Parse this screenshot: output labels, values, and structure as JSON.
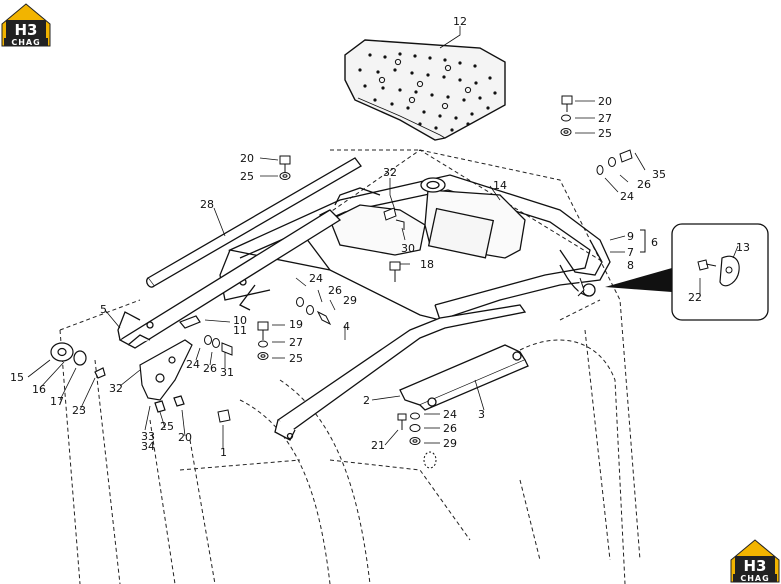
{
  "logo": {
    "mark": "H3",
    "sub": "CHAG",
    "brand_color": "#f2b400",
    "dark_color": "#222222"
  },
  "callouts": [
    {
      "id": "c12",
      "text": "12"
    },
    {
      "id": "c20a",
      "text": "20"
    },
    {
      "id": "c27a",
      "text": "27"
    },
    {
      "id": "c25a",
      "text": "25"
    },
    {
      "id": "c20b",
      "text": "20"
    },
    {
      "id": "c25b",
      "text": "25"
    },
    {
      "id": "c32a",
      "text": "32"
    },
    {
      "id": "c14",
      "text": "14"
    },
    {
      "id": "c35",
      "text": "35"
    },
    {
      "id": "c26a",
      "text": "26"
    },
    {
      "id": "c24a",
      "text": "24"
    },
    {
      "id": "c28",
      "text": "28"
    },
    {
      "id": "c30",
      "text": "30"
    },
    {
      "id": "c9",
      "text": "9"
    },
    {
      "id": "c7",
      "text": "7"
    },
    {
      "id": "c6",
      "text": "6"
    },
    {
      "id": "c8",
      "text": "8"
    },
    {
      "id": "c13",
      "text": "13"
    },
    {
      "id": "c18",
      "text": "18"
    },
    {
      "id": "c24b",
      "text": "24"
    },
    {
      "id": "c26b",
      "text": "26"
    },
    {
      "id": "c29a",
      "text": "29"
    },
    {
      "id": "c22",
      "text": "22"
    },
    {
      "id": "c5",
      "text": "5"
    },
    {
      "id": "c10",
      "text": "10"
    },
    {
      "id": "c11",
      "text": "11"
    },
    {
      "id": "c19",
      "text": "19"
    },
    {
      "id": "c4",
      "text": "4"
    },
    {
      "id": "c27b",
      "text": "27"
    },
    {
      "id": "c25c",
      "text": "25"
    },
    {
      "id": "c15",
      "text": "15"
    },
    {
      "id": "c16",
      "text": "16"
    },
    {
      "id": "c17",
      "text": "17"
    },
    {
      "id": "c23",
      "text": "23"
    },
    {
      "id": "c32b",
      "text": "32"
    },
    {
      "id": "c24c",
      "text": "24"
    },
    {
      "id": "c26c",
      "text": "26"
    },
    {
      "id": "c31",
      "text": "31"
    },
    {
      "id": "c33",
      "text": "33"
    },
    {
      "id": "c34",
      "text": "34"
    },
    {
      "id": "c25d",
      "text": "25"
    },
    {
      "id": "c20c",
      "text": "20"
    },
    {
      "id": "c1",
      "text": "1"
    },
    {
      "id": "c2",
      "text": "2"
    },
    {
      "id": "c3",
      "text": "3"
    },
    {
      "id": "c24d",
      "text": "24"
    },
    {
      "id": "c26d",
      "text": "26"
    },
    {
      "id": "c21",
      "text": "21"
    },
    {
      "id": "c29b",
      "text": "29"
    }
  ]
}
